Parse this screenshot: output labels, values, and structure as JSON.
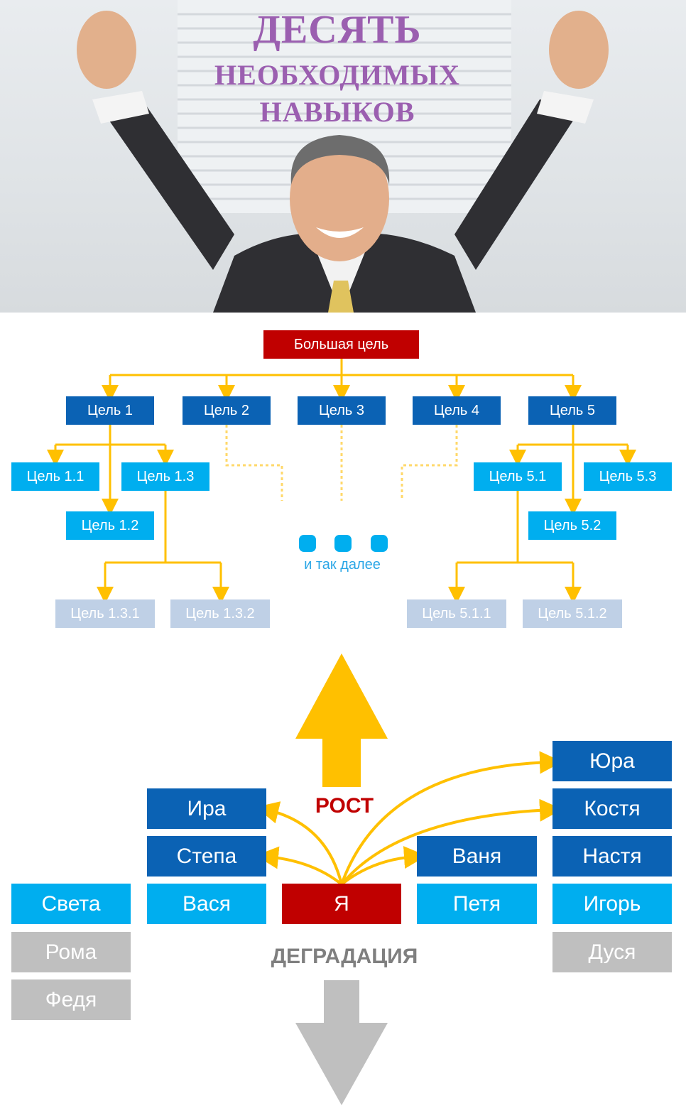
{
  "hero": {
    "title_lines": [
      "ДЕСЯТЬ",
      "НЕОБХОДИМЫХ",
      "НАВЫКОВ"
    ]
  },
  "goal_tree": {
    "root": "Большая цель",
    "level1": [
      "Цель 1",
      "Цель 2",
      "Цель 3",
      "Цель 4",
      "Цель 5"
    ],
    "goal1_children": [
      "Цель 1.1",
      "Цель 1.2",
      "Цель 1.3"
    ],
    "goal1_3_children": [
      "Цель 1.3.1",
      "Цель 1.3.2"
    ],
    "goal5_children": [
      "Цель 5.1",
      "Цель 5.2",
      "Цель 5.3"
    ],
    "goal5_1_children": [
      "Цель 5.1.1",
      "Цель 5.1.2"
    ],
    "etc_label": "и так далее"
  },
  "growth_diagram": {
    "up_label": "РОСТ",
    "down_label": "ДЕГРАДАЦИЯ",
    "center": "Я",
    "people": {
      "ira": "Ира",
      "stepa": "Степа",
      "vasya": "Вася",
      "vanya": "Ваня",
      "petya": "Петя",
      "yura": "Юра",
      "kostya": "Костя",
      "nastya": "Настя",
      "igor": "Игорь",
      "dusya": "Дуся",
      "sveta": "Света",
      "roma": "Рома",
      "fedya": "Федя"
    }
  },
  "colors": {
    "title_purple": "#9b5fb0",
    "root_red": "#c00000",
    "level1_blue": "#0b62b4",
    "level2_cyan": "#00aeef",
    "level3_pale": "#bfd0e6",
    "connector_yellow": "#ffc000",
    "gray": "#bfbfbf"
  }
}
